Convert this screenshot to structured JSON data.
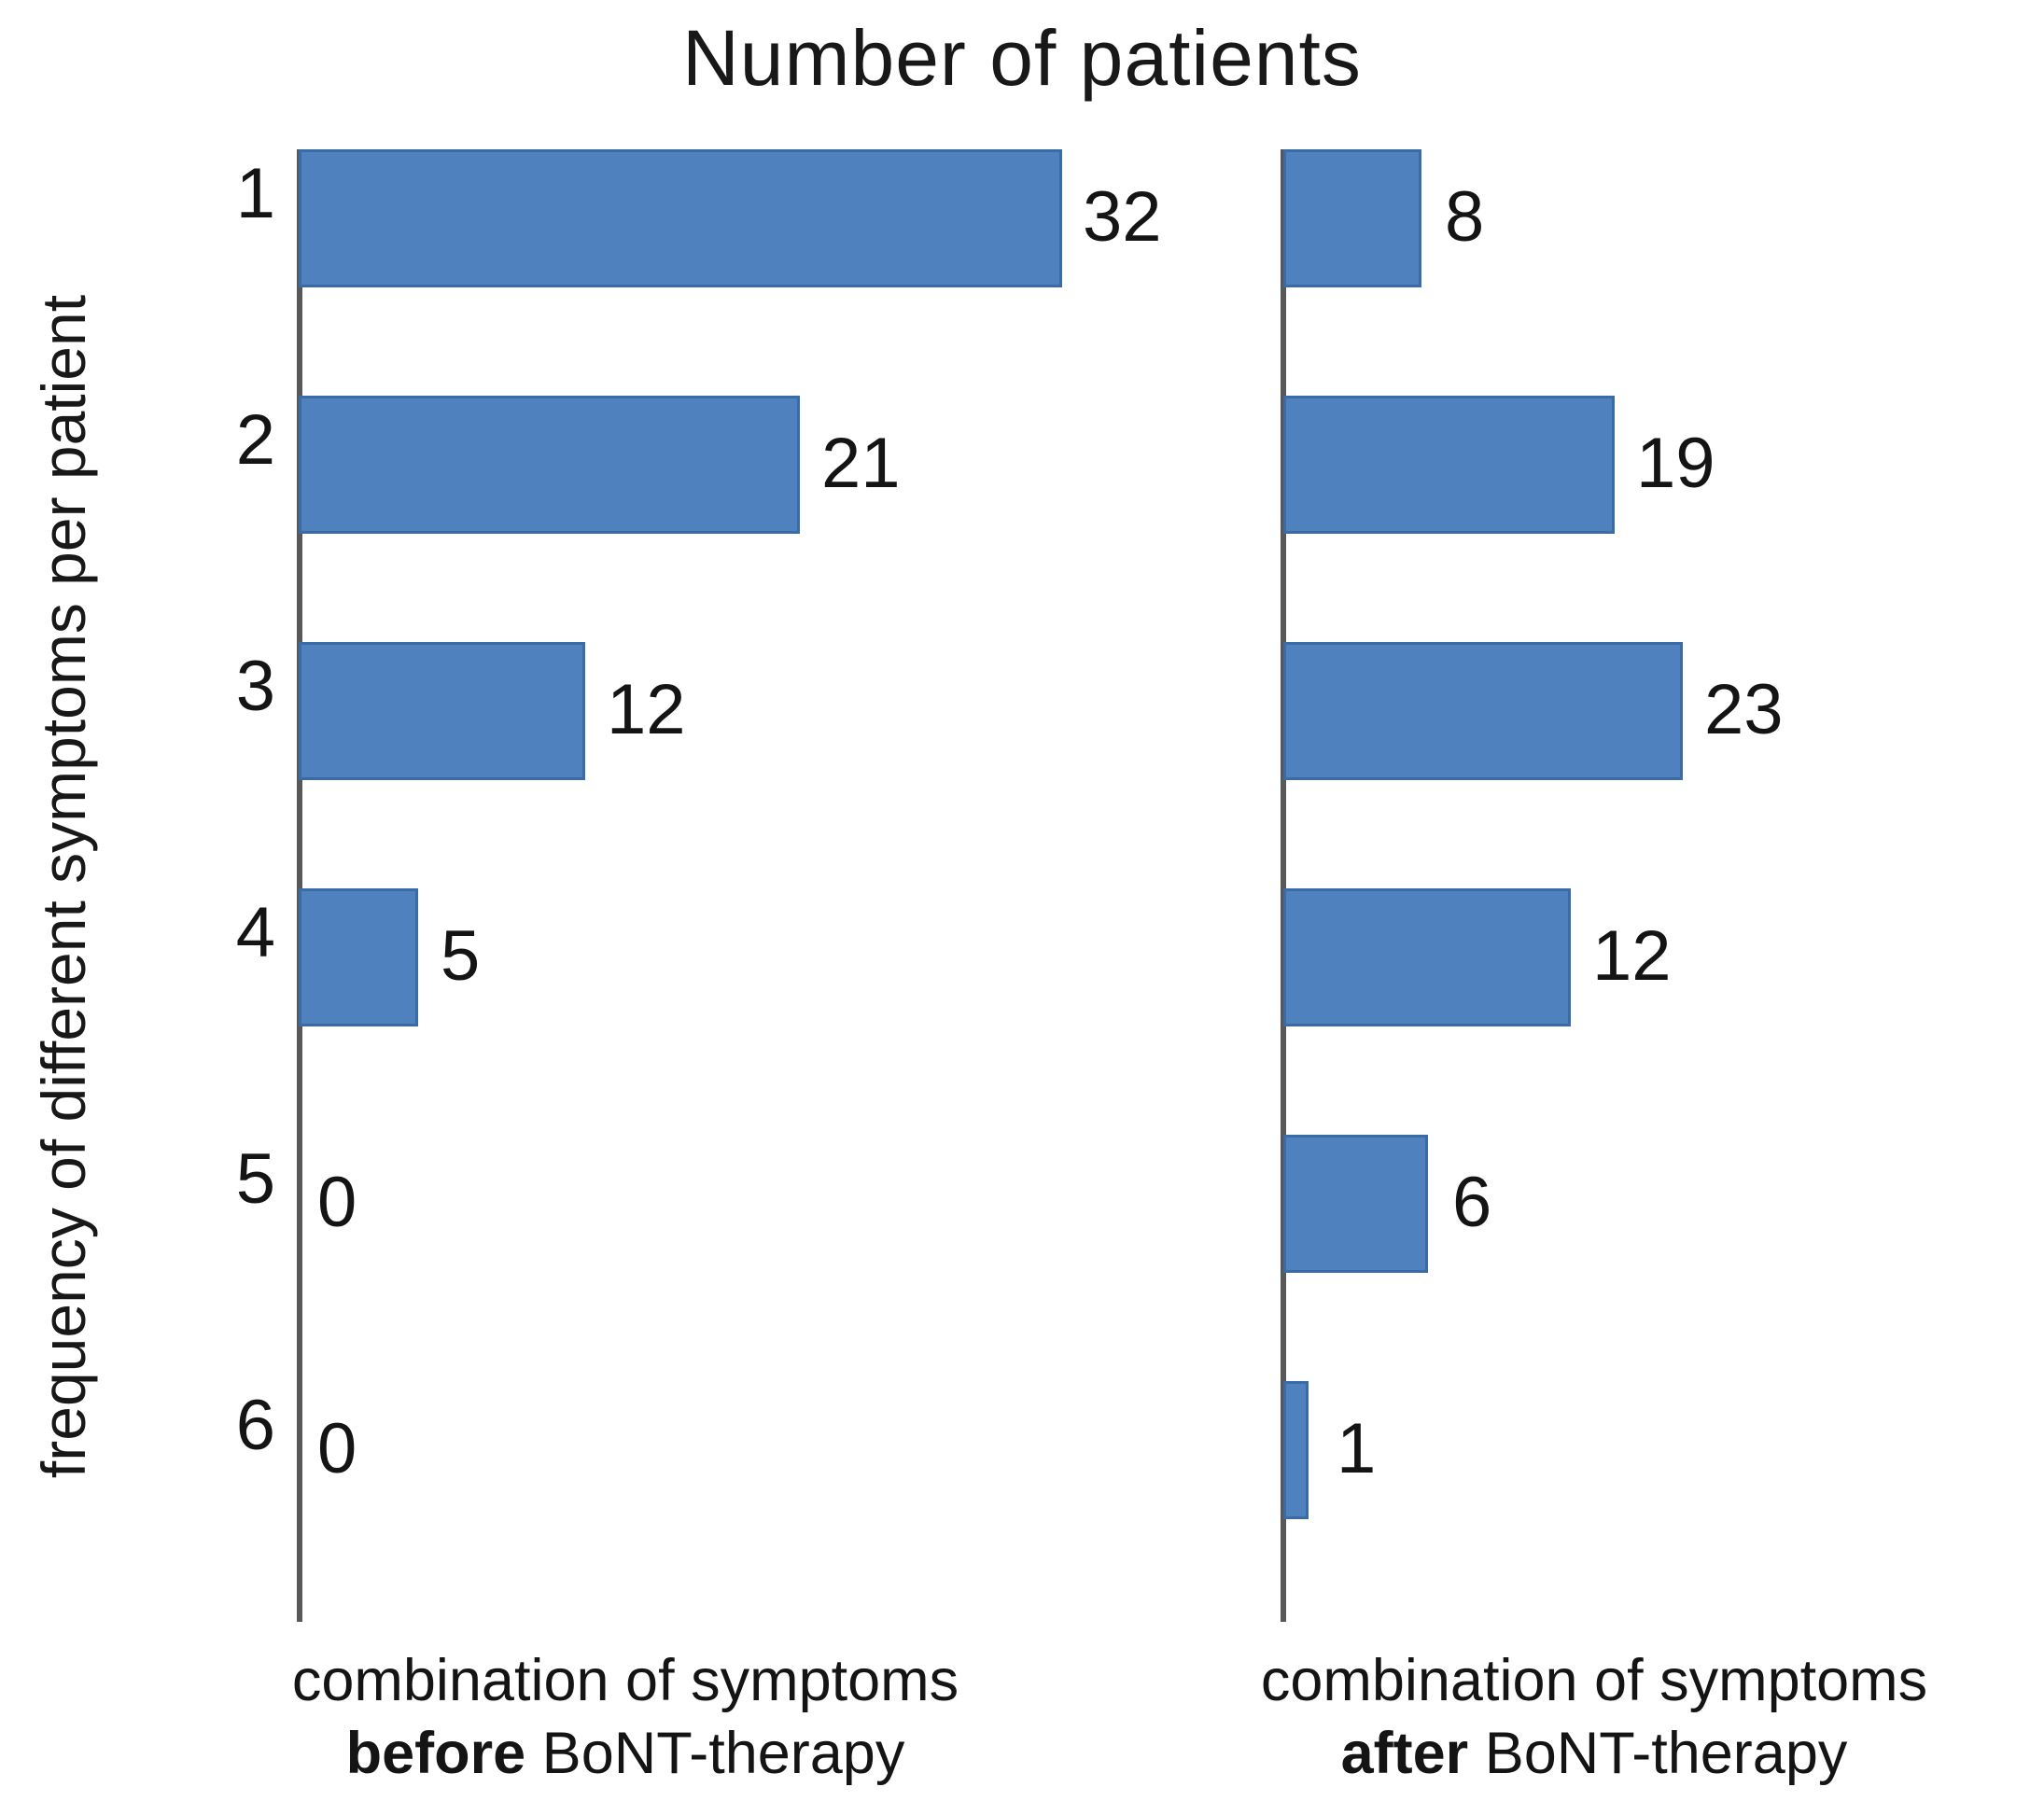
{
  "chart_data": {
    "type": "bar",
    "orientation": "horizontal",
    "title": "Number of patients",
    "ylabel": "frequency of different symptoms per patient",
    "xlabel": "",
    "grid": false,
    "legend": "none",
    "categories": [
      "1",
      "2",
      "3",
      "4",
      "5",
      "6"
    ],
    "panels": [
      {
        "id": "before",
        "caption_line1": "combination of symptoms",
        "caption_bold": "before",
        "caption_rest": " BoNT-therapy",
        "values": [
          32,
          21,
          12,
          5,
          0,
          0
        ],
        "value_labels": [
          "32",
          "21",
          "12",
          "5",
          "0",
          "0"
        ],
        "xlim": [
          0,
          32
        ]
      },
      {
        "id": "after",
        "caption_line1": "combination of symptoms",
        "caption_bold": "after",
        "caption_rest": " BoNT-therapy",
        "values": [
          8,
          19,
          23,
          12,
          6,
          1
        ],
        "value_labels": [
          "8",
          "19",
          "23",
          "12",
          "6",
          "1"
        ],
        "xlim": [
          0,
          23
        ]
      }
    ],
    "colors": {
      "bar_fill": "#4e81bd",
      "bar_border": "#3b6ba5",
      "axis": "#585858",
      "text": "#141414",
      "background": "#ffffff"
    }
  }
}
